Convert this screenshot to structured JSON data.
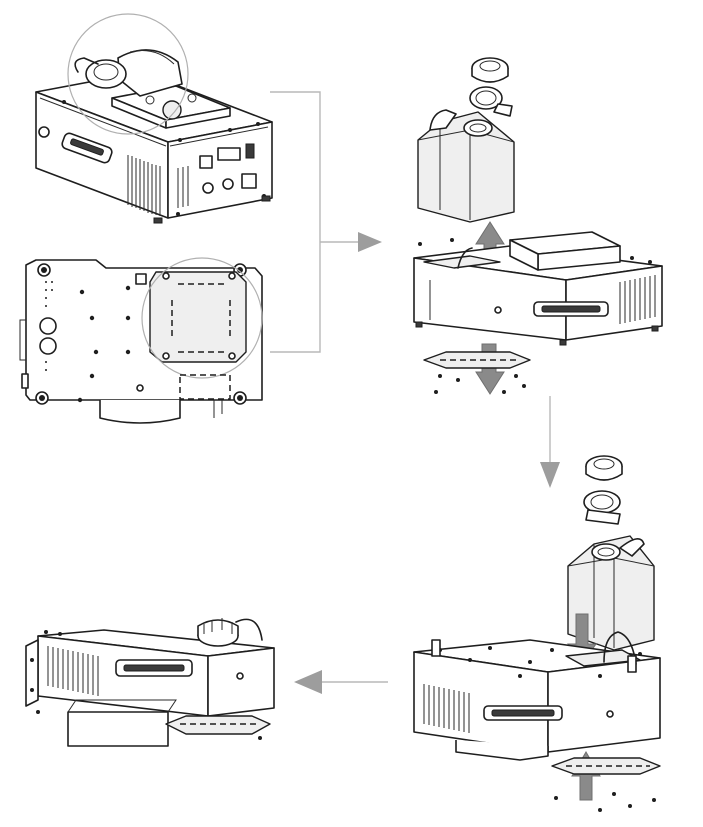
{
  "colors": {
    "line": "#1e1e1e",
    "flow_arrow": "#9d9d9d",
    "motion_arrow": "#8a8a8a",
    "connector": "#b8b8b8",
    "tank_fill": "#efefef"
  },
  "steps": [
    {
      "id": 1,
      "view": "fog-machine-top-and-bottom",
      "icons": [
        "fog-machine-icon",
        "magnifier-circle-icon"
      ]
    },
    {
      "id": 2,
      "view": "remove-fluid-tank",
      "icons": [
        "fluid-jug-icon",
        "cap-icon",
        "screw-icon"
      ]
    },
    {
      "id": 3,
      "view": "insert-fluid-tank",
      "icons": [
        "fluid-jug-icon",
        "cap-icon",
        "screw-icon"
      ]
    },
    {
      "id": 4,
      "view": "machine-upside-down",
      "icons": [
        "fog-machine-icon",
        "bracket-icon"
      ]
    }
  ],
  "flow": [
    "1",
    "2",
    "3",
    "4"
  ]
}
